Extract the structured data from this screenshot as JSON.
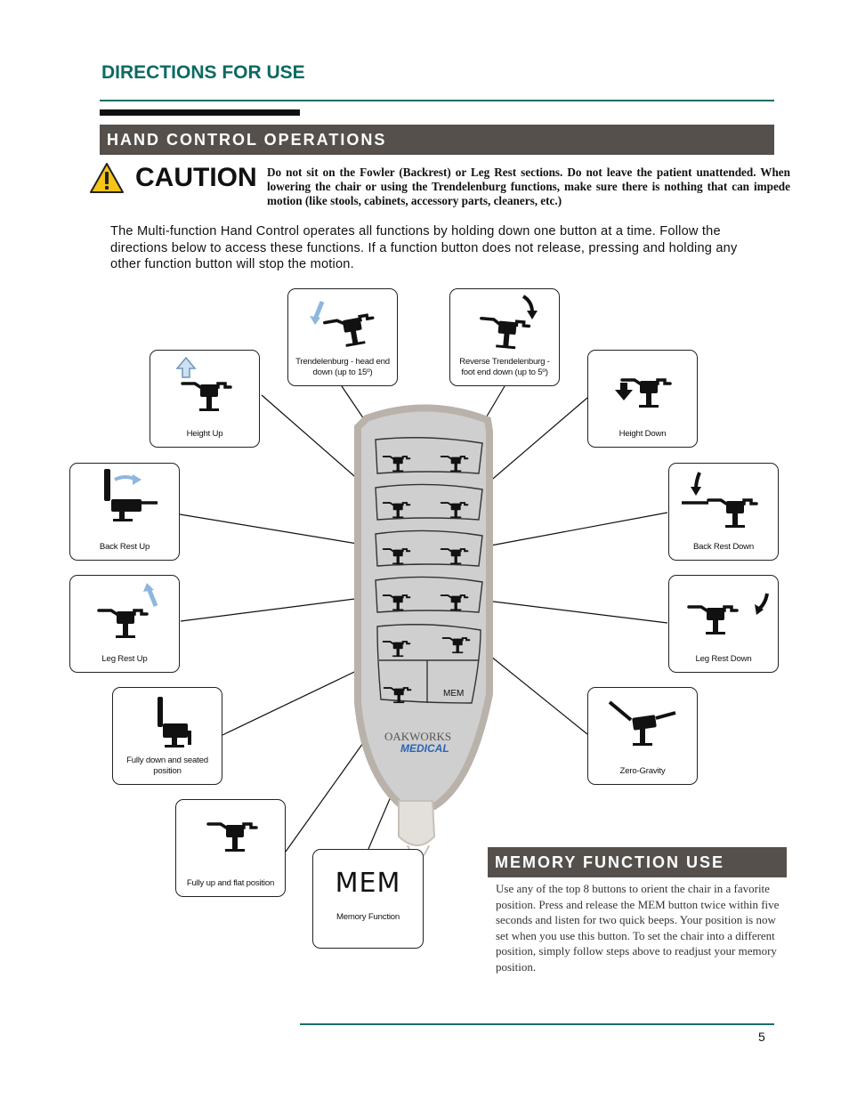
{
  "header": {
    "title": "DIRECTIONS FOR USE"
  },
  "hand_control": {
    "title": "HAND CONTROL OPERATIONS",
    "caution_word": "CAUTION",
    "caution_text": "Do not sit on the Fowler (Backrest) or Leg Rest sections. Do not leave the patient unattended. When lowering the chair or using the Trendelenburg functions, make sure there is nothing that can impede motion (like stools, cabinets, accessory parts, cleaners, etc.)",
    "intro": "The Multi-function Hand Control operates all functions by holding down one button at a time. Follow the directions below to access these functions. If a function button does not release, pressing and holding any other function button will stop the motion."
  },
  "functions": {
    "trend": "Trendelenburg - head end down (up to 15º)",
    "rtrend": "Reverse Trendelenburg - foot end down (up to 5º)",
    "height_up": "Height Up",
    "height_down": "Height Down",
    "back_up": "Back Rest Up",
    "back_down": "Back Rest Down",
    "leg_up": "Leg Rest Up",
    "leg_down": "Leg Rest Down",
    "seated": "Fully down and seated position",
    "zero_g": "Zero-Gravity",
    "flat": "Fully up and flat position",
    "memory": "Memory Function",
    "mem_label": "MEM"
  },
  "remote": {
    "mem_label": "MEM",
    "brand_top": "OAKWORKS",
    "brand_bottom": "MEDICAL"
  },
  "memory": {
    "title": "MEMORY FUNCTION USE",
    "text": "Use any of the top 8 buttons to orient the chair in a favorite position. Press and release the MEM button twice within five seconds and listen for two quick beeps. Your position is now set when you use this button. To set the chair into a different position, simply follow steps above to readjust your memory position."
  },
  "footer": {
    "page_number": "5"
  },
  "colors": {
    "teal": "#0c6a63",
    "bar": "#55504c",
    "remote": "#d3d3d3",
    "arrow": "#8fb6dc",
    "warning": "#f5c518"
  }
}
